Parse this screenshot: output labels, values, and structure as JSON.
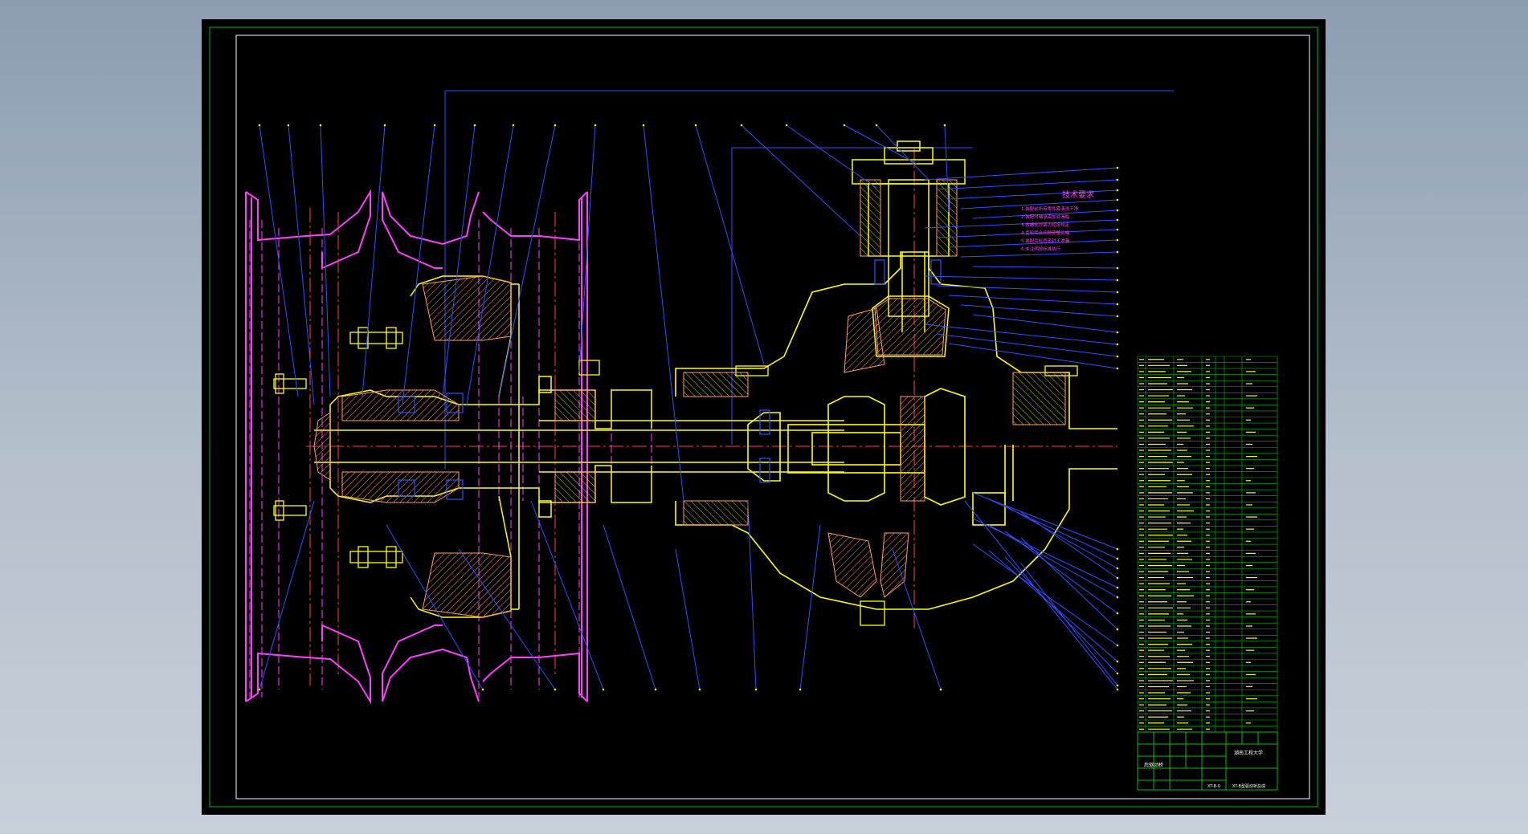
{
  "colors": {
    "background_gradient_top": "#8c9db1",
    "background_gradient_bottom": "#c8d0da",
    "sheet": "#000000",
    "frame": "#ffffff",
    "outer_frame": "#00c000",
    "outline": "#ffff00",
    "centerline": "#ff4040",
    "hidden": "#ff40ff",
    "leader": "#3050ff",
    "hatch": "#ffa060",
    "notes": "#ff40ff",
    "table_grid": "#00c000",
    "table_text": "#ffff00",
    "title_text": "#ffffff"
  },
  "technical_requirements": {
    "title": "技术要求",
    "lines": [
      "1.装配前所有零件需清洗干净",
      "2.装配时轴承需加润滑脂",
      "3.各螺栓拧紧力矩按规定",
      "4.齿轮啮合间隙调整合格",
      "5.装配后检查密封无渗漏",
      "6.未注明按标准执行"
    ]
  },
  "title_block": {
    "school": "湖南工程大学",
    "drawing_title": "后驱动桥",
    "drawing_number": "XT-B-0",
    "drawing_subtitle": "XT-B型驱动桥总成"
  },
  "icons": {
    "balloon": "balloon-mark",
    "bolt": "bolt-symbol"
  }
}
